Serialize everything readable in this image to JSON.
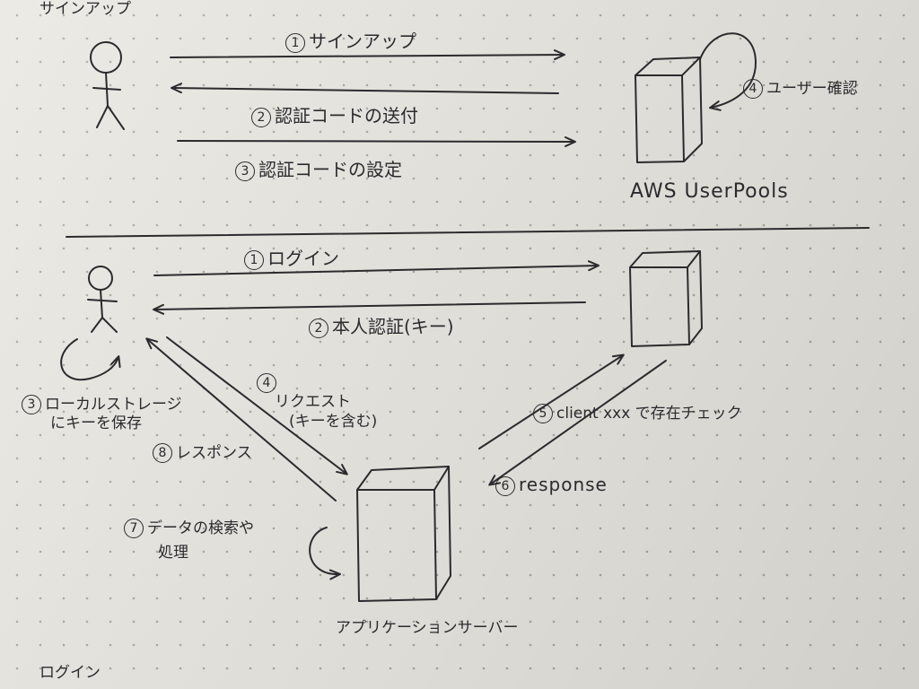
{
  "signup": {
    "title": "サインアップ",
    "step1": {
      "num": "1",
      "label": "サインアップ"
    },
    "step2": {
      "num": "2",
      "label": "認証コードの送付"
    },
    "step3": {
      "num": "3",
      "label": "認証コードの設定"
    },
    "step4": {
      "num": "4",
      "label": "ユーザー確認"
    },
    "service_label": "AWS UserPools"
  },
  "login": {
    "step1": {
      "num": "1",
      "label": "ログイン"
    },
    "step2": {
      "num": "2",
      "label": "本人認証(キー)"
    },
    "step3": {
      "num": "3",
      "line1": "ローカルストレージ",
      "line2": "にキーを保存"
    },
    "step4": {
      "num": "4",
      "line1": "リクエスト",
      "line2": "(キーを含む)"
    },
    "step5": {
      "num": "5",
      "label": "client xxx で存在チェック"
    },
    "step6": {
      "num": "6",
      "label": "response"
    },
    "step7": {
      "num": "7",
      "line1": "データの検索や",
      "line2": "処理"
    },
    "step8": {
      "num": "8",
      "label": "レスポンス"
    },
    "app_server_label": "アプリケーションサーバー",
    "bottom_note": "ログイン"
  }
}
